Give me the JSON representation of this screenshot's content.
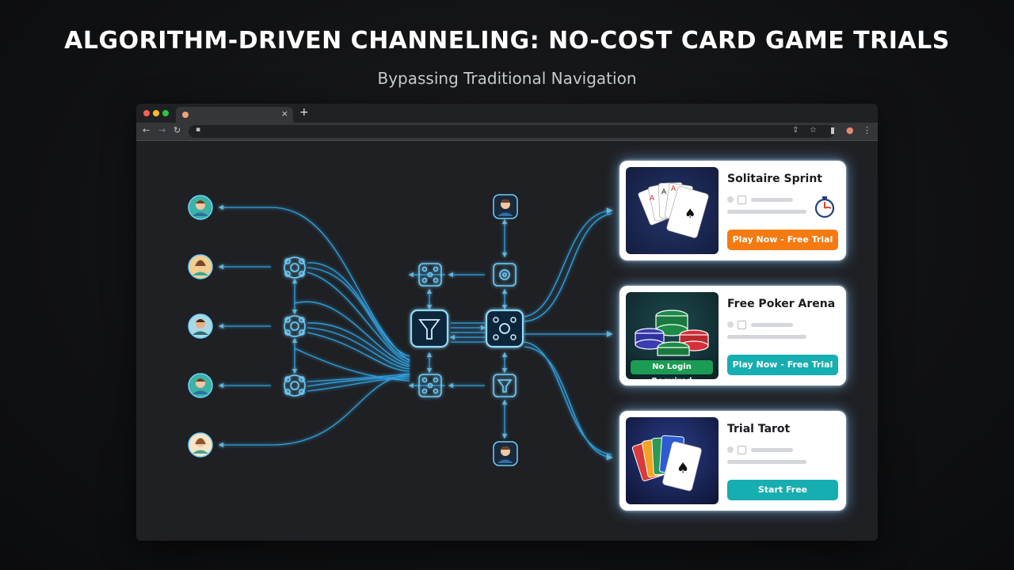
{
  "header": {
    "title": "ALGORITHM-DRIVEN CHANNELING: NO-COST CARD GAME TRIALS",
    "subtitle": "Bypassing Traditional Navigation"
  },
  "browser": {
    "traffic_lights": [
      "#ff5f57",
      "#febc2e",
      "#28c840"
    ],
    "tab_close": "×",
    "new_tab": "+",
    "toolbar_icons": [
      "back-icon",
      "forward-icon",
      "reload-icon",
      "lock-icon",
      "share-icon",
      "star-icon",
      "sidebar-icon",
      "profile-icon",
      "menu-icon"
    ]
  },
  "diagram": {
    "accent_color": "#35b6ff",
    "users_left": [
      "user-avatar",
      "user-avatar",
      "user-avatar",
      "user-avatar",
      "user-avatar"
    ],
    "users_right": [
      "user-avatar",
      "user-avatar"
    ],
    "nodes": [
      "network-node-icon",
      "funnel-icon",
      "gear-icon",
      "cluster-node-icon"
    ]
  },
  "games": [
    {
      "title": "Solitaire Sprint",
      "cta": "Play Now - Free Trial",
      "cta_color": "#f47a12",
      "icon": "stopwatch-icon"
    },
    {
      "title": "Free Poker Arena",
      "cta": "Play Now - Free Trial",
      "cta_color": "#16aeb0",
      "badge": "No Login Required"
    },
    {
      "title": "Trial Tarot",
      "cta": "Start Free",
      "cta_color": "#16aeb0"
    }
  ]
}
